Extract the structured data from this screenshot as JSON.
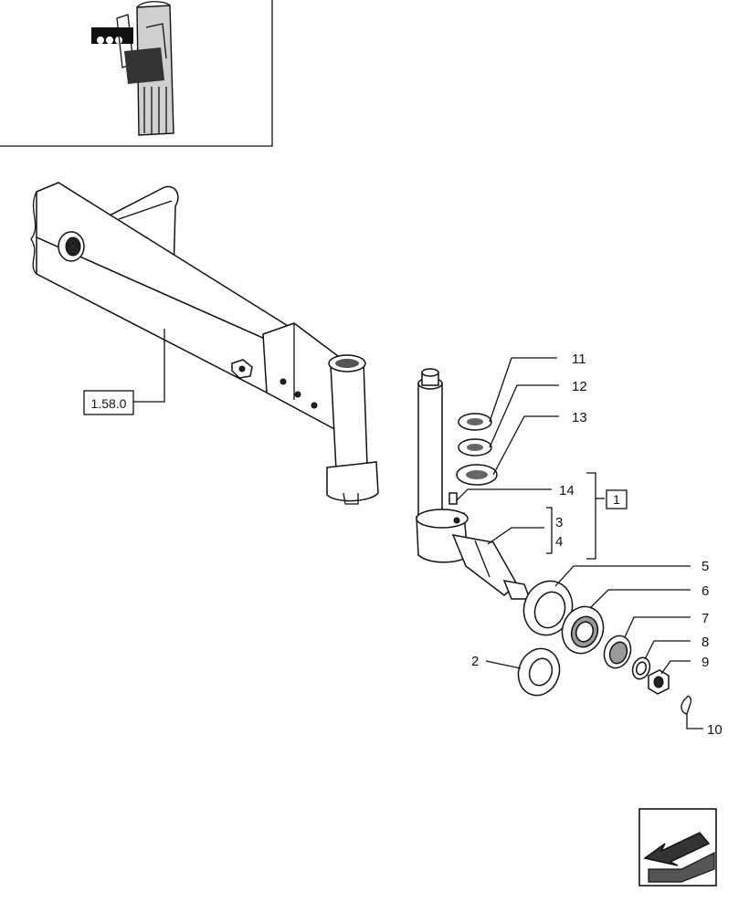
{
  "callouts": {
    "ref_1_58_0": "1.58.0",
    "kit_1": "1",
    "p2": "2",
    "p3": "3",
    "p4": "4",
    "p5": "5",
    "p6": "6",
    "p7": "7",
    "p8": "8",
    "p9": "9",
    "p10": "10",
    "p11": "11",
    "p12": "12",
    "p13": "13",
    "p14": "14"
  },
  "icons": {
    "nav": "arrow-down-left-icon",
    "inset": "tractor-front-wheel-location-thumbnail"
  }
}
